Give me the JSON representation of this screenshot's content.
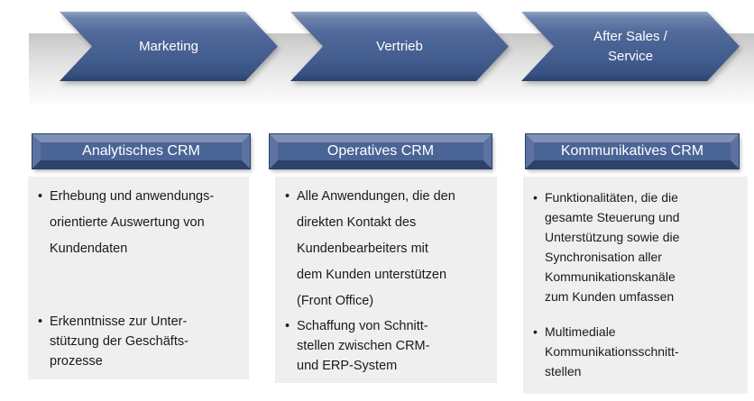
{
  "slide": {
    "background": "#ffffff"
  },
  "process_band": {
    "steps": [
      {
        "label": "Marketing"
      },
      {
        "label": "Vertrieb"
      },
      {
        "label": "After Sales /\nService"
      }
    ]
  },
  "columns": [
    {
      "title": "Analytisches CRM",
      "bullets": [
        "Erhebung und anwendungs-\norientierte Auswertung von\nKundendaten",
        "Erkenntnisse zur Unter-\nstützung der Geschäfts-\nprozesse"
      ]
    },
    {
      "title": "Operatives CRM",
      "bullets": [
        "Alle Anwendungen, die den\ndirekten Kontakt des\nKundenbearbeiters mit\ndem Kunden unterstützen\n(Front Office)",
        "Schaffung von Schnitt-\nstellen zwischen CRM-\nund ERP-System"
      ]
    },
    {
      "title": "Kommunikatives CRM",
      "bullets": [
        "Funktionalitäten, die die\ngesamte Steuerung und\nUnterstützung sowie die\nSynchronisation aller\nKommunikationskanäle\nzum Kunden umfassen",
        "Multimediale\nKommunikationsschnitt-\nstellen"
      ]
    }
  ],
  "colors": {
    "arrow_blue": "#46618f",
    "header_blue": "#4a6496",
    "band_gray_top": "#c7c7c7",
    "band_gray_bottom": "#fbfbfb",
    "box_gray": "#efefef",
    "text_dark": "#1a1a1a",
    "text_light": "#ffffff"
  }
}
